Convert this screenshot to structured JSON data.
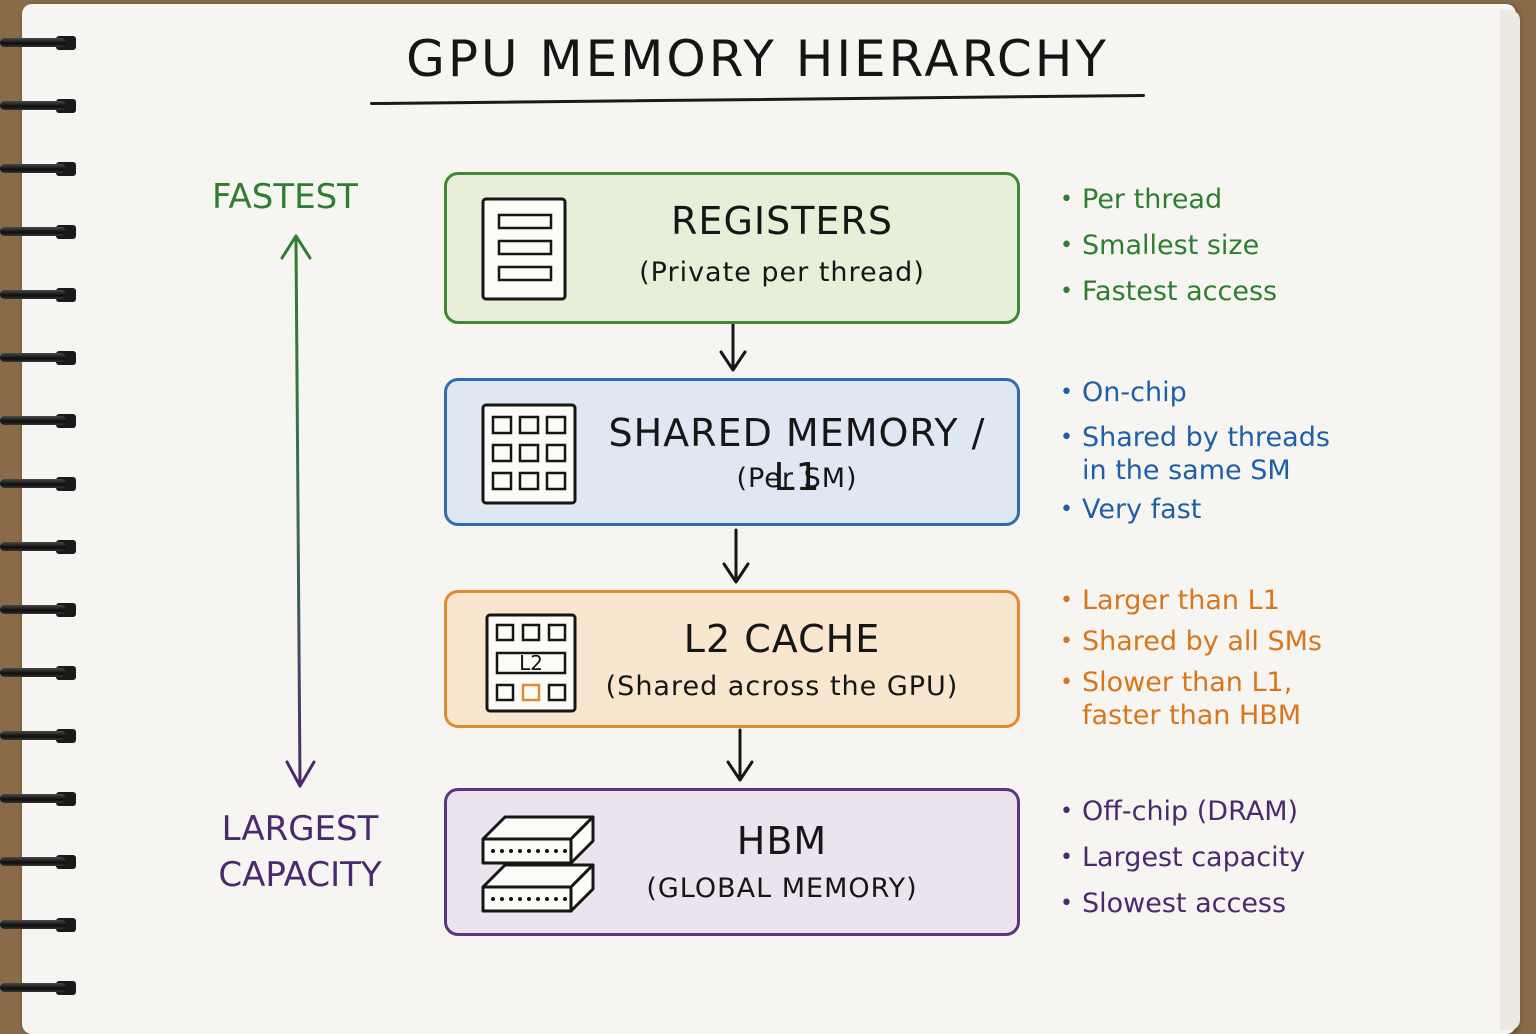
{
  "title": "GPU MEMORY HIERARCHY",
  "axis": {
    "top_label": "FASTEST",
    "bottom_label_line1": "LARGEST",
    "bottom_label_line2": "CAPACITY",
    "colors": {
      "top": "#2e7d32",
      "bottom": "#4a2a6e"
    }
  },
  "levels": [
    {
      "name": "REGISTERS",
      "sub": "(Private per thread)",
      "icon": "register-file-icon",
      "color": "#3e8a34",
      "notes": [
        "Per thread",
        "Smallest size",
        "Fastest access"
      ]
    },
    {
      "name": "SHARED MEMORY / L1",
      "sub": "(Per SM)",
      "icon": "memory-grid-icon",
      "color": "#2d6db0",
      "notes": [
        "On-chip",
        "Shared by threads",
        "in the same SM",
        "Very fast"
      ]
    },
    {
      "name": "L2 CACHE",
      "sub": "(Shared across the GPU)",
      "icon": "l2-cache-chip-icon",
      "icon_text": "L2",
      "color": "#e38a2e",
      "notes": [
        "Larger than L1",
        "Shared by all SMs",
        "Slower than L1,",
        "faster than HBM"
      ]
    },
    {
      "name": "HBM",
      "sub": "(GLOBAL MEMORY)",
      "icon": "stacked-dram-icon",
      "color": "#5a3582",
      "notes": [
        "Off-chip (DRAM)",
        "Largest capacity",
        "Slowest access"
      ]
    }
  ]
}
